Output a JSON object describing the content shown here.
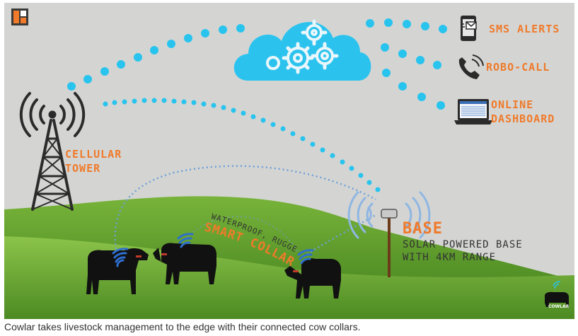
{
  "labels": {
    "sms": "SMS ALERTS",
    "robo": "ROBO-CALL",
    "online": "ONLINE",
    "dashboard": "DASHBOARD",
    "cellular": "CELLULAR",
    "tower": "TOWER",
    "waterproof": "WATERPROOF, RUGGED",
    "smart_collar": "SMART COLLAR",
    "base": "BASE",
    "base_line1": "SOLAR POWERED BASE",
    "base_line2": "WITH 4KM RANGE",
    "brand": "COWLAR"
  },
  "caption": "Cowlar takes livestock management to the edge with their connected cow collars.",
  "colors": {
    "accent": "#f07a2a",
    "dots": "#29c4ee",
    "cloud": "#2bc3ee",
    "signal": "#6f9fd6",
    "grass": "#5a9a2a",
    "sky": "#d4d5d3"
  },
  "icons": [
    "logo-icon",
    "cloud-gears-icon",
    "phone-sms-icon",
    "phone-call-icon",
    "laptop-dashboard-icon",
    "cellular-tower-icon",
    "base-station-icon",
    "cow-icon",
    "wifi-signal-icon"
  ]
}
